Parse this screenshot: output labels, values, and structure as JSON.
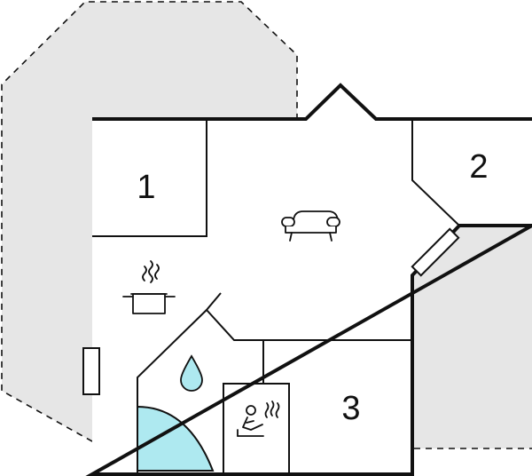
{
  "floorplan": {
    "rooms": [
      {
        "id": "room-1",
        "label": "1"
      },
      {
        "id": "room-2",
        "label": "2"
      },
      {
        "id": "room-3",
        "label": "3"
      }
    ],
    "icons": {
      "living_area": "sofa-icon",
      "kitchen": "cooking-pot-icon",
      "bathroom": "water-drop-icon",
      "sauna": "sauna-icon",
      "hot_tub": "hot-tub-icon",
      "windows": "window-icon"
    },
    "colors": {
      "outdoor_terrace": "#e6e6e6",
      "walls": "#111111",
      "water": "#aee9f0",
      "water_stroke": "#111111",
      "background": "#ffffff"
    }
  }
}
